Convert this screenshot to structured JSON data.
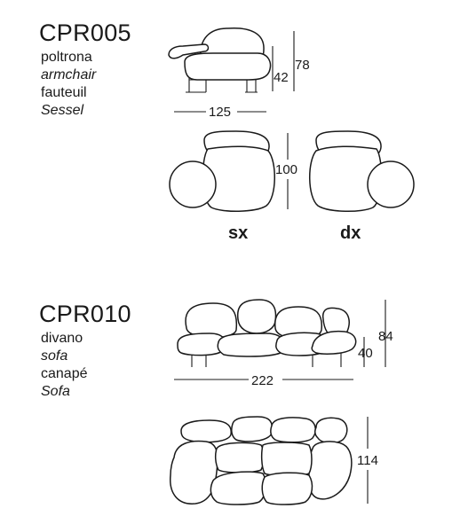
{
  "products": [
    {
      "code": "CPR005",
      "names": [
        "poltrona",
        "armchair",
        "fauteuil",
        "Sessel"
      ],
      "dimensions": {
        "seat_height": "42",
        "height": "78",
        "width": "125",
        "depth": "100"
      },
      "variants": [
        "sx",
        "dx"
      ]
    },
    {
      "code": "CPR010",
      "names": [
        "divano",
        "sofa",
        "canapé",
        "Sofa"
      ],
      "dimensions": {
        "height": "84",
        "seat_height": "40",
        "width": "222",
        "depth": "114"
      }
    }
  ]
}
